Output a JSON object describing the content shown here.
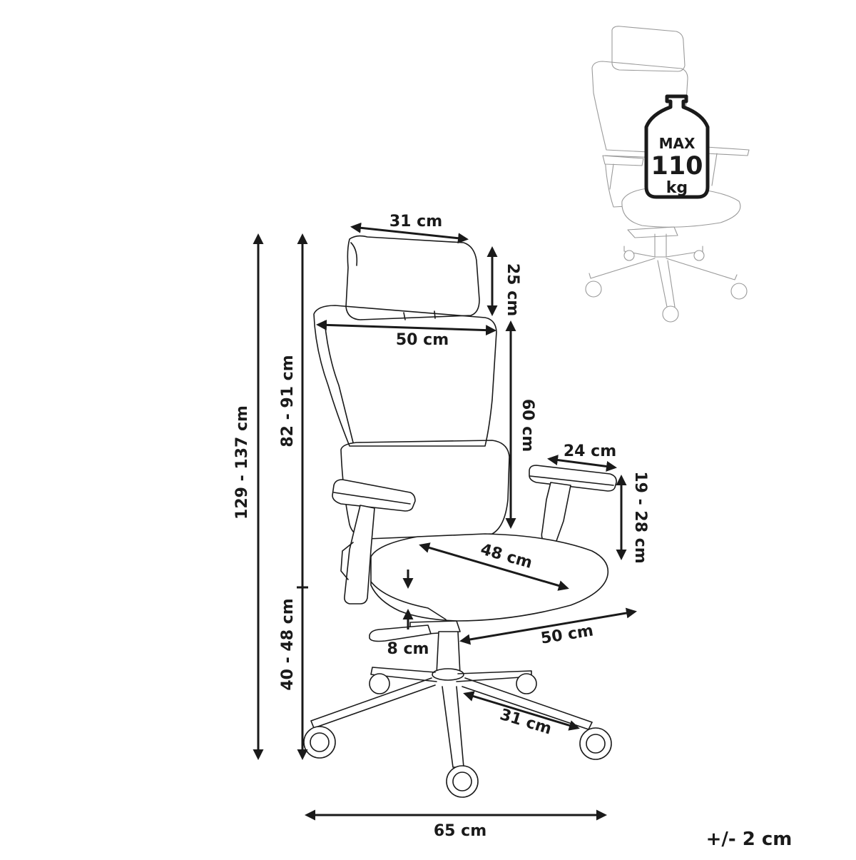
{
  "dimensions": {
    "headrest_width": "31 cm",
    "headrest_height": "25 cm",
    "backrest_width": "50 cm",
    "backrest_height": "60 cm",
    "armrest_length": "24 cm",
    "armrest_height": "19 - 28 cm",
    "seat_depth": "48 cm",
    "seat_width": "50 cm",
    "seat_adjust": "8 cm",
    "leg_length": "31 cm",
    "base_width": "65 cm",
    "total_height": "129 - 137 cm",
    "back_height": "82 - 91 cm",
    "seat_height": "40 - 48 cm"
  },
  "tolerance": "+/- 2 cm",
  "weight_badge": {
    "line1": "MAX",
    "line2": "110",
    "line3": "kg"
  }
}
